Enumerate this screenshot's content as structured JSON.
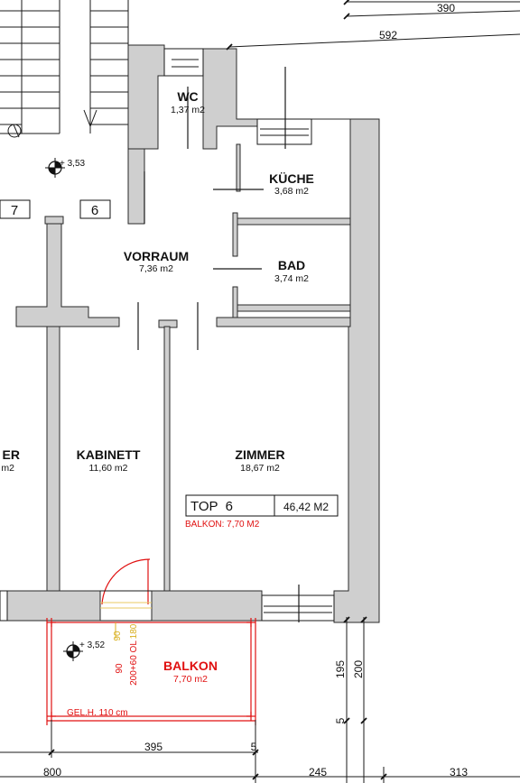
{
  "colors": {
    "wall": "#cfcfcf",
    "wall_stroke": "#2a2a2a",
    "line": "#1a1a1a",
    "balcony": "#e01010",
    "yellow_dim": "#d8b020"
  },
  "rooms": {
    "wc": {
      "name": "WC",
      "area": "1,37 m2"
    },
    "kueche": {
      "name": "KÜCHE",
      "area": "3,68 m2"
    },
    "vorraum": {
      "name": "VORRAUM",
      "area": "7,36 m2"
    },
    "bad": {
      "name": "BAD",
      "area": "3,74 m2"
    },
    "kabinett": {
      "name": "KABINETT",
      "area": "11,60 m2"
    },
    "zimmer": {
      "name": "ZIMMER",
      "area": "18,67 m2"
    },
    "neighbor_room": {
      "name": "ER",
      "area": "m2"
    },
    "balkon": {
      "name": "BALKON",
      "area": "7,70 m2"
    }
  },
  "unit_box": {
    "label": "TOP  6",
    "area": "46,42 M2",
    "balkon_note": "BALKON: 7,70 M2"
  },
  "unit_tags": {
    "left": "7",
    "right": "6"
  },
  "levels": {
    "stair": "+ 3,53",
    "balkon": "+ 3,52"
  },
  "balcony": {
    "railing_note": "GEL.H. 110 cm",
    "door_width": "90",
    "door_height_label": "200+60 OL",
    "door_small": "90",
    "door_top": "180"
  },
  "dimensions": {
    "top_390": "390",
    "top_592": "592",
    "right_195": "195",
    "right_200": "200",
    "right_5": "5",
    "bottom_395": "395",
    "bottom_5": "5",
    "bottom_800": "800",
    "bottom_245": "245",
    "bottom_313": "313"
  }
}
